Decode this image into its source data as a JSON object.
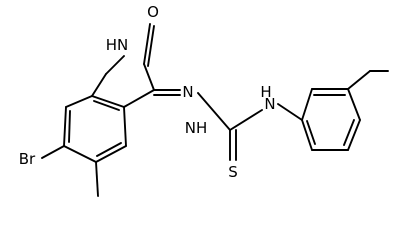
{
  "molecule": {
    "atoms": {
      "bromine": "Br",
      "lactam_nh": "HN",
      "carbonyl_oxygen": "O",
      "hydrazone_n": "N",
      "hydrazine_nh": "NH",
      "thioamide_nh": "H",
      "thioamide_n": "N",
      "sulfur": "S"
    }
  }
}
